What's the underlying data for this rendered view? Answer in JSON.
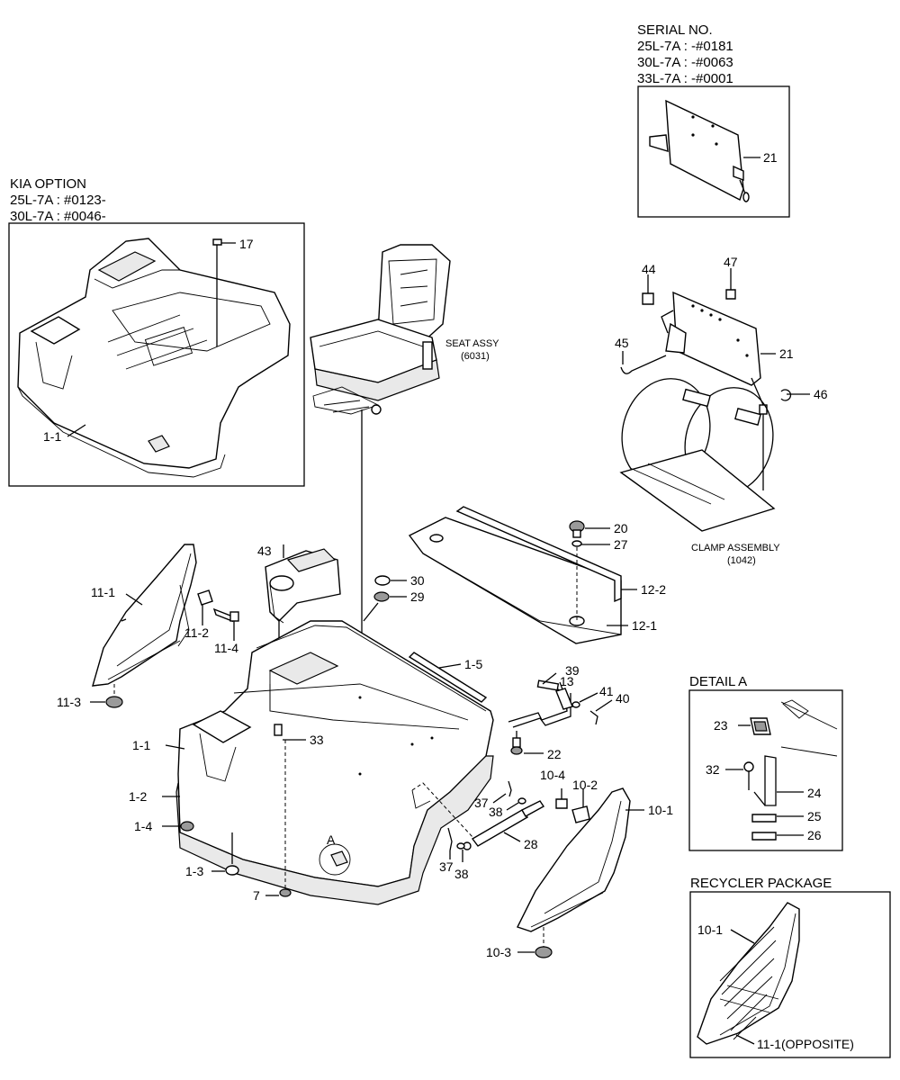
{
  "serial_block": {
    "title": "SERIAL NO.",
    "lines": [
      "25L-7A : -#0181",
      "30L-7A : -#0063",
      "33L-7A : -#0001"
    ]
  },
  "kia_option": {
    "title": "KIA OPTION",
    "lines": [
      "25L-7A : #0123-",
      "30L-7A : #0046-"
    ]
  },
  "seat_assy": {
    "name": "SEAT ASSY",
    "code": "(6031)"
  },
  "clamp_assembly": {
    "name": "CLAMP ASSEMBLY",
    "code": "(1042)"
  },
  "detail_a": {
    "title": "DETAIL A",
    "marker": "A"
  },
  "recycler": {
    "title": "RECYCLER PACKAGE",
    "opposite_label": "11-1(OPPOSITE)"
  },
  "callouts": {
    "p21_top": "21",
    "p17": "17",
    "p1_1_option": "1-1",
    "p44": "44",
    "p47": "47",
    "p45": "45",
    "p21": "21",
    "p46": "46",
    "p20": "20",
    "p27": "27",
    "p12_2": "12-2",
    "p12_1": "12-1",
    "p43": "43",
    "p30": "30",
    "p29": "29",
    "p11_1": "11-1",
    "p11_2": "11-2",
    "p11_4": "11-4",
    "p11_3": "11-3",
    "p1_5": "1-5",
    "p39": "39",
    "p13": "13",
    "p41": "41",
    "p40": "40",
    "p1_1": "1-1",
    "p33": "33",
    "p22": "22",
    "p1_2": "1-2",
    "p1_4": "1-4",
    "p1_3": "1-3",
    "p7": "7",
    "p37a": "37",
    "p38a": "38",
    "p28": "28",
    "p37b": "37",
    "p38b": "38",
    "p10_4": "10-4",
    "p10_2": "10-2",
    "p10_1": "10-1",
    "p10_3": "10-3",
    "p23": "23",
    "p32": "32",
    "p24": "24",
    "p25": "25",
    "p26": "26",
    "p10_1_recycler": "10-1"
  }
}
